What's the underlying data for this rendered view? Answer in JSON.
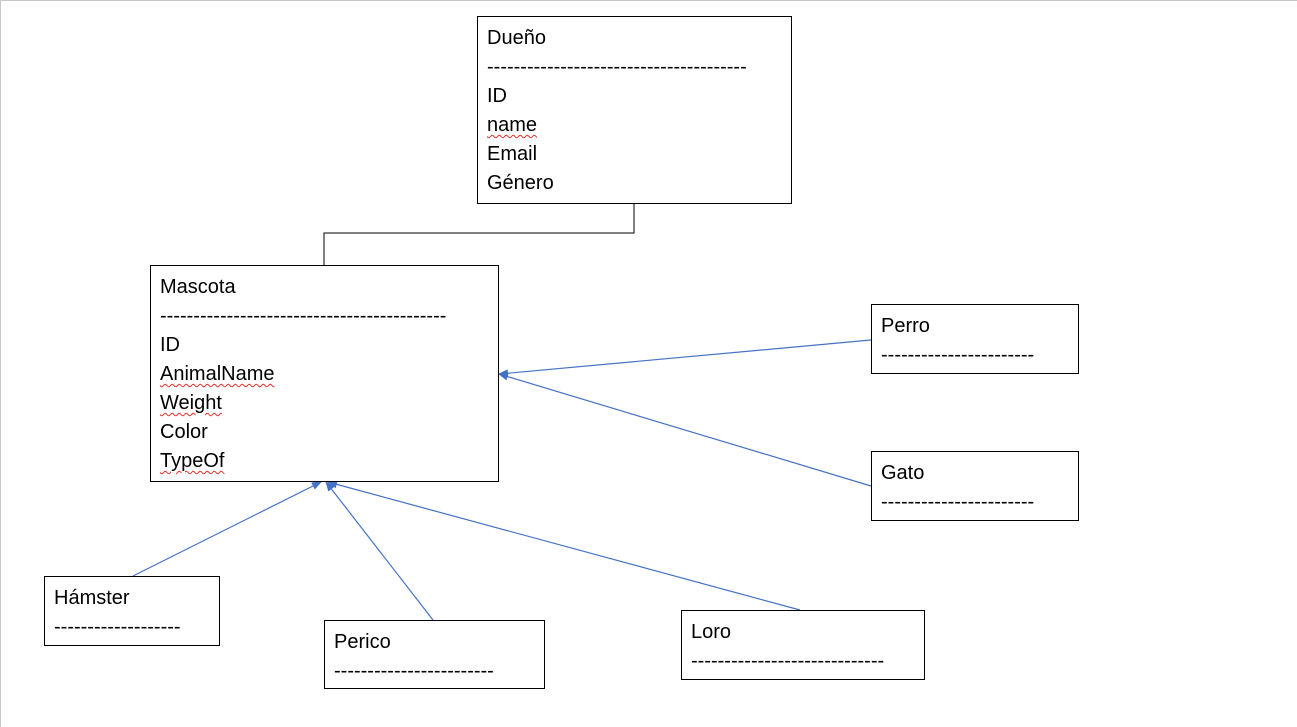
{
  "diagram": {
    "classes": {
      "dueno": {
        "title": "Dueño",
        "separator": "---------------------------------------",
        "attributes": [
          "ID",
          "name",
          "Email",
          "Género"
        ]
      },
      "mascota": {
        "title": "Mascota",
        "separator": "-------------------------------------------",
        "attributes": [
          "ID",
          "AnimalName",
          "Weight",
          "Color",
          "TypeOf"
        ]
      },
      "perro": {
        "title": "Perro",
        "separator": "-----------------------"
      },
      "gato": {
        "title": "Gato",
        "separator": "-----------------------"
      },
      "hamster": {
        "title": "Hámster",
        "separator": "-------------------"
      },
      "perico": {
        "title": "Perico",
        "separator": "------------------------"
      },
      "loro": {
        "title": "Loro",
        "separator": "-----------------------------"
      }
    },
    "relations": [
      {
        "from": "dueno",
        "to": "mascota",
        "type": "association"
      },
      {
        "from": "perro",
        "to": "mascota",
        "type": "inheritance"
      },
      {
        "from": "gato",
        "to": "mascota",
        "type": "inheritance"
      },
      {
        "from": "hamster",
        "to": "mascota",
        "type": "inheritance"
      },
      {
        "from": "perico",
        "to": "mascota",
        "type": "inheritance"
      },
      {
        "from": "loro",
        "to": "mascota",
        "type": "inheritance"
      }
    ],
    "colors": {
      "box_border": "#000000",
      "arrow": "#4472c4",
      "association_line": "#000000",
      "spellcheck_underline": "#e0302a"
    }
  }
}
